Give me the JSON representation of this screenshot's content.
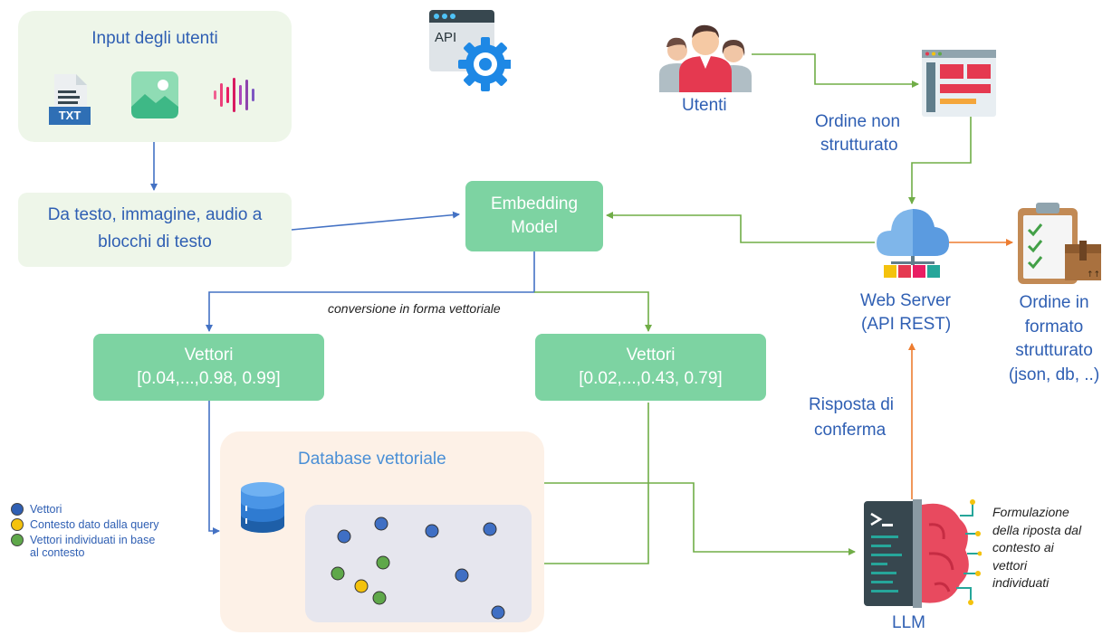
{
  "input_box": {
    "title": "Input degli utenti",
    "txt_label": "TXT"
  },
  "conversion_box": {
    "line1": "Da testo, immagine, audio a",
    "line2": "blocchi di testo"
  },
  "api_icon_label": "API",
  "embedding": {
    "line1": "Embedding",
    "line2": "Model"
  },
  "vector_conversion_label": "conversione in forma vettoriale",
  "vectors_left": {
    "title": "Vettori",
    "values": "[0.04,...,0.98, 0.99]"
  },
  "vectors_right": {
    "title": "Vettori",
    "values": "[0.02,...,0.43, 0.79]"
  },
  "database": {
    "title": "Database vettoriale"
  },
  "legend": [
    {
      "label": "Vettori",
      "color": "#2f5fb3"
    },
    {
      "label": "Contesto dato dalla query",
      "color": "#f4c20d"
    },
    {
      "label": "Vettori individuati in base",
      "color": "#5fa84a"
    },
    {
      "label": "al contesto",
      "color": ""
    }
  ],
  "users": {
    "label": "Utenti"
  },
  "unstructured_order": {
    "line1": "Ordine non",
    "line2": "strutturato"
  },
  "web_server": {
    "line1": "Web Server",
    "line2": "(API REST)"
  },
  "structured_order": {
    "line1": "Ordine in",
    "line2": "formato",
    "line3": "strutturato",
    "line4": "(json, db, ..)"
  },
  "confirmation": {
    "line1": "Risposta di",
    "line2": "conferma"
  },
  "llm": {
    "label": "LLM"
  },
  "formulation": {
    "line1": "Formulazione",
    "line2": "della riposta dal",
    "line3": "contesto ai",
    "line4": "vettori",
    "line5": "individuati"
  },
  "colors": {
    "arrow_blue": "#4472c4",
    "arrow_green": "#70ad47",
    "arrow_orange": "#ed7d31",
    "box_green": "#7dd3a2",
    "box_pale": "#eef6e9",
    "db_panel": "#fdf1e7",
    "text_blue": "#2f5fb3"
  }
}
